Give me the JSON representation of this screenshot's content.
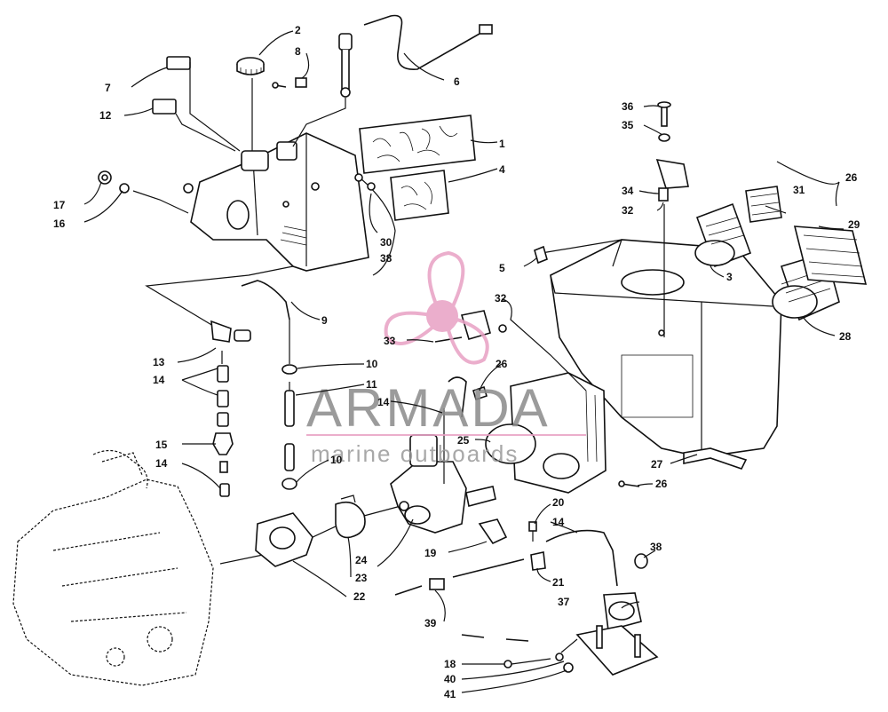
{
  "watermark": {
    "brand": "ARMADA",
    "tagline": "marine outboards",
    "accent_color": "#e8a0c4",
    "text_color": "#8a8a8a"
  },
  "callouts": {
    "c1": "1",
    "c2": "2",
    "c3": "3",
    "c4": "4",
    "c5": "5",
    "c6": "6",
    "c7": "7",
    "c8": "8",
    "c9": "9",
    "c10a": "10",
    "c10b": "10",
    "c11": "11",
    "c12": "12",
    "c13": "13",
    "c14a": "14",
    "c14b": "14",
    "c14c": "14",
    "c14d": "14",
    "c15": "15",
    "c16": "16",
    "c17": "17",
    "c18": "18",
    "c19": "19",
    "c20": "20",
    "c21": "21",
    "c22": "22",
    "c23": "23",
    "c24": "24",
    "c25": "25",
    "c26a": "26",
    "c26b": "26",
    "c26c": "26",
    "c27": "27",
    "c28": "28",
    "c29": "29",
    "c30": "30",
    "c31": "31",
    "c32a": "32",
    "c32b": "32",
    "c33": "33",
    "c34": "34",
    "c35": "35",
    "c36": "36",
    "c37": "37",
    "c38a": "38",
    "c38b": "38",
    "c39": "39",
    "c40": "40",
    "c41": "41"
  }
}
